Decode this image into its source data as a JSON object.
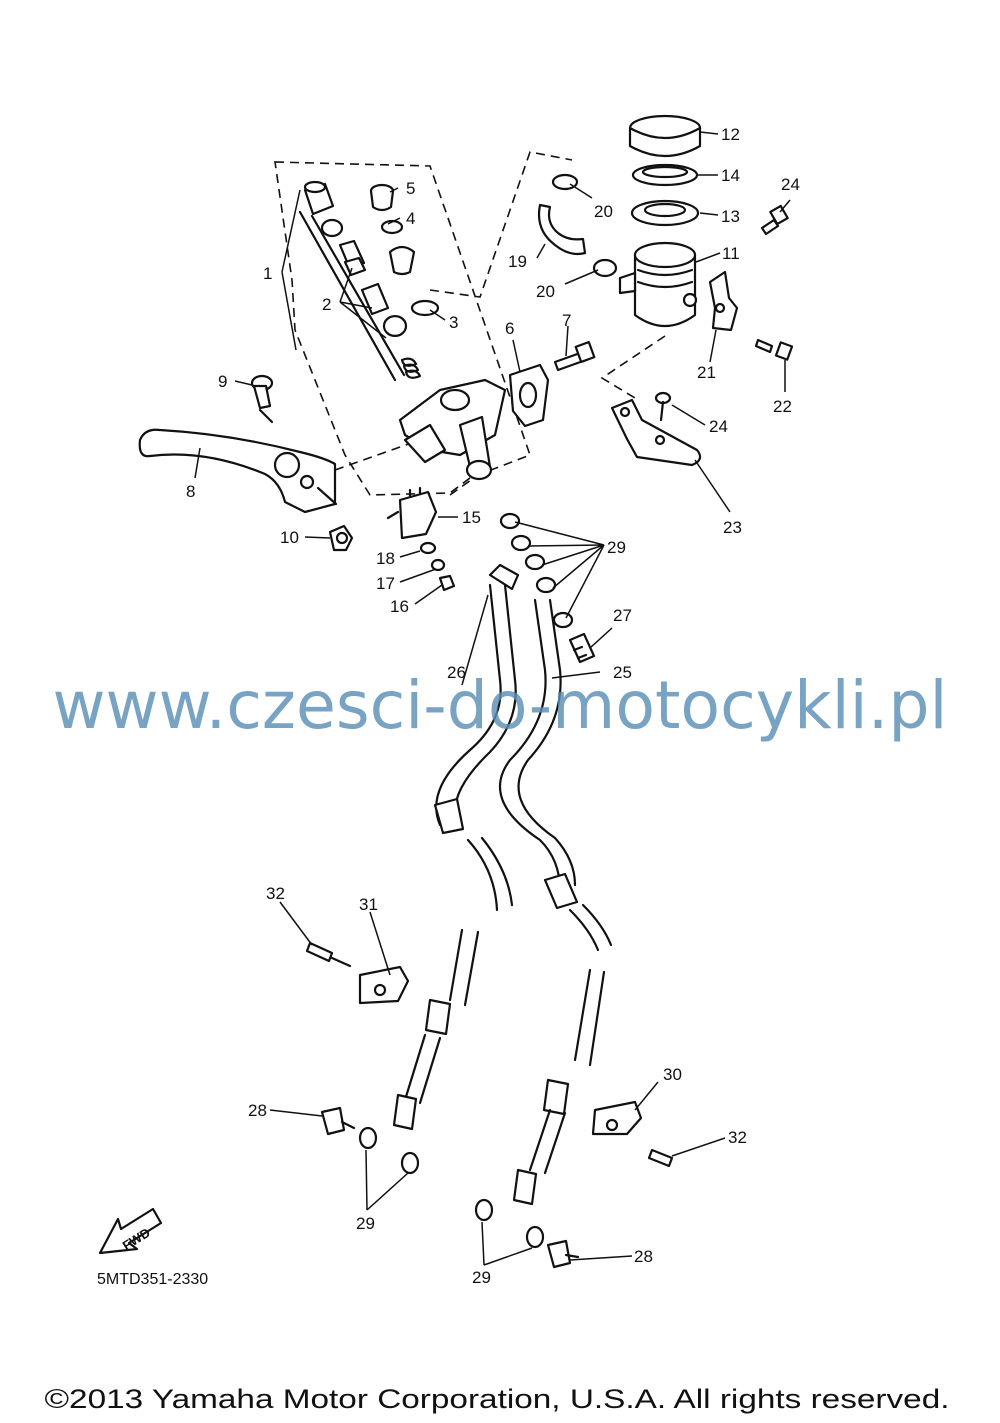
{
  "callouts": {
    "c1": "1",
    "c2": "2",
    "c3": "3",
    "c4": "4",
    "c5": "5",
    "c6": "6",
    "c7": "7",
    "c8": "8",
    "c9": "9",
    "c10": "10",
    "c11": "11",
    "c12": "12",
    "c13": "13",
    "c14": "14",
    "c15": "15",
    "c16": "16",
    "c17": "17",
    "c18": "18",
    "c19": "19",
    "c20a": "20",
    "c20b": "20",
    "c21": "21",
    "c22": "22",
    "c23": "23",
    "c24a": "24",
    "c24b": "24",
    "c25": "25",
    "c26": "26",
    "c27": "27",
    "c28a": "28",
    "c28b": "28",
    "c29a": "29",
    "c29b": "29",
    "c29c": "29",
    "c30": "30",
    "c31": "31",
    "c32a": "32",
    "c32b": "32"
  },
  "watermark": "www.czesci-do-motocykli.pl",
  "diagram_code": "5MTD351-2330",
  "fwd_label": "FWD",
  "copyright": "©2013 Yamaha Motor Corporation, U.S.A. All rights reserved."
}
